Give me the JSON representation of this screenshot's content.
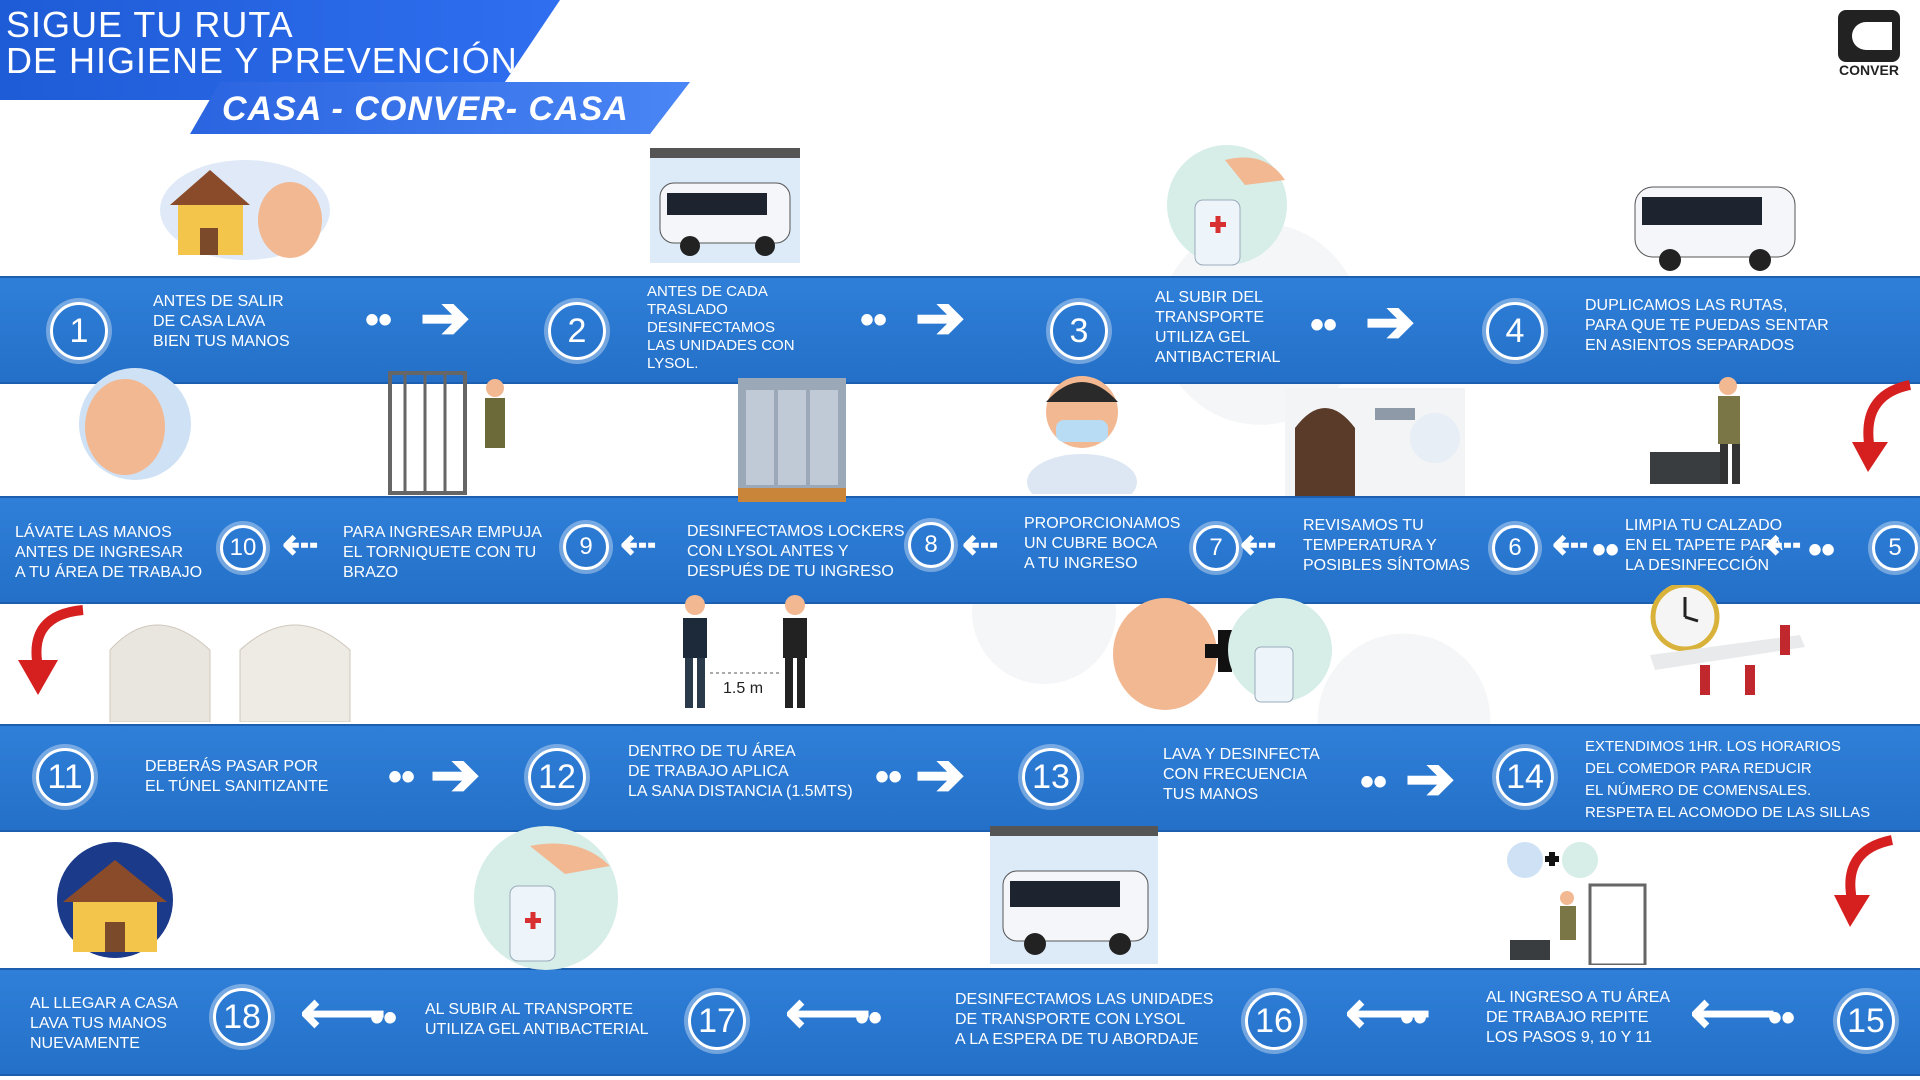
{
  "header": {
    "title_line1": "SIGUE TU RUTA",
    "title_line2": "DE HIGIENE Y PREVENCIÓN",
    "subtitle": "CASA - CONVER- CASA"
  },
  "logo": {
    "name": "CONVER"
  },
  "colors": {
    "band": "#2a74cc",
    "header": "#2b64e0",
    "arrow_red": "#d62020"
  },
  "row1": [
    {
      "num": "1",
      "text": "ANTES DE SALIR\nDE CASA LAVA\nBIEN TUS MANOS"
    },
    {
      "num": "2",
      "text": "ANTES DE CADA\nTRASLADO\nDESINFECTAMOS\nLAS UNIDADES CON\nLYSOL."
    },
    {
      "num": "3",
      "text": "AL SUBIR DEL\nTRANSPORTE\nUTILIZA GEL\nANTIBACTERIAL"
    },
    {
      "num": "4",
      "text": "DUPLICAMOS LAS RUTAS,\nPARA QUE TE PUEDAS SENTAR\nEN ASIENTOS SEPARADOS"
    }
  ],
  "row2": [
    {
      "num": "5",
      "text": "LIMPIA TU CALZADO\nEN EL TAPETE PARA\nLA DESINFECCIÓN"
    },
    {
      "num": "6",
      "text": "REVISAMOS TU\nTEMPERATURA Y\nPOSIBLES SÍNTOMAS"
    },
    {
      "num": "7",
      "text": "PROPORCIONAMOS\nUN CUBRE BOCA\nA TU INGRESO"
    },
    {
      "num": "8",
      "text": "DESINFECTAMOS LOCKERS\nCON LYSOL ANTES Y\nDESPUÉS DE TU INGRESO"
    },
    {
      "num": "9",
      "text": "PARA INGRESAR EMPUJA\nEL TORNIQUETE CON TU\nBRAZO"
    },
    {
      "num": "10",
      "text": "LÁVATE LAS MANOS\nANTES DE INGRESAR\nA TU ÁREA DE TRABAJO"
    }
  ],
  "row3": [
    {
      "num": "11",
      "text": "DEBERÁS PASAR POR\nEL TÚNEL SANITIZANTE"
    },
    {
      "num": "12",
      "text": "DENTRO DE TU ÁREA\nDE TRABAJO APLICA\nLA SANA DISTANCIA (1.5MTS)"
    },
    {
      "num": "13",
      "text": "LAVA Y DESINFECTA\nCON FRECUENCIA\nTUS MANOS"
    },
    {
      "num": "14",
      "text": "EXTENDIMOS 1HR. LOS HORARIOS\nDEL COMEDOR PARA REDUCIR\nEL NÚMERO DE COMENSALES.\nRESPETA EL ACOMODO DE LAS SILLAS"
    }
  ],
  "row4": [
    {
      "num": "15",
      "text": "AL INGRESO A TU ÁREA\nDE TRABAJO REPITE\nLOS PASOS 9, 10 Y 11"
    },
    {
      "num": "16",
      "text": "DESINFECTAMOS LAS UNIDADES\nDE TRANSPORTE CON LYSOL\nA LA ESPERA DE TU ABORDAJE"
    },
    {
      "num": "17",
      "text": "AL SUBIR AL TRANSPORTE\nUTILIZA GEL ANTIBACTERIAL"
    },
    {
      "num": "18",
      "text": "AL LLEGAR A CASA\nLAVA TUS MANOS\nNUEVAMENTE"
    }
  ],
  "distance_label": "1.5 m"
}
